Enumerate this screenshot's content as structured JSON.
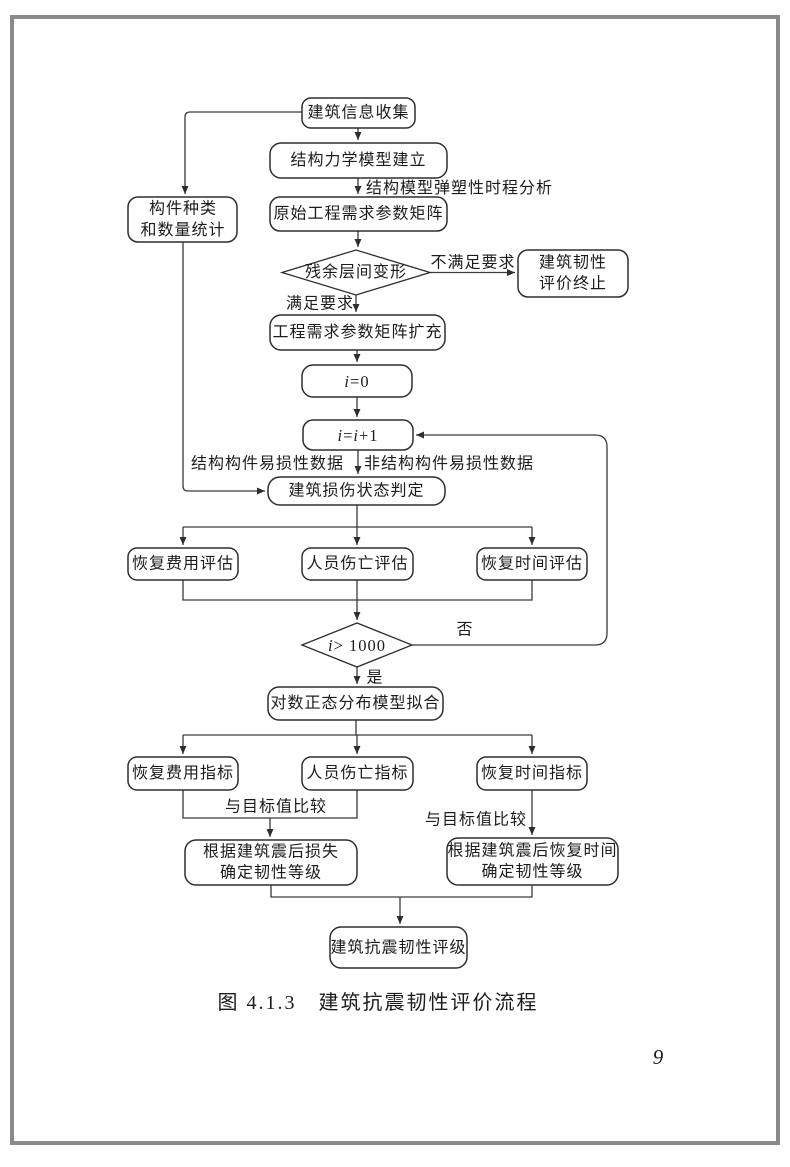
{
  "page": {
    "caption": "图 4.1.3　建筑抗震韧性评价流程",
    "page_number": "9"
  },
  "colors": {
    "ink": "#2e2e2e",
    "connector": "#3a3a3a",
    "frame_border": "#8a8a8a",
    "background": "#ffffff"
  },
  "flowchart": {
    "nodes": {
      "collect": "建筑信息收集",
      "mech_model": "结构力学模型建立",
      "comp_stats": {
        "line1": "构件种类",
        "line2": "和数量统计"
      },
      "edp_matrix": "原始工程需求参数矩阵",
      "residual_drift": "残余层间变形",
      "terminate": {
        "line1": "建筑韧性",
        "line2": "评价终止"
      },
      "edp_expand": "工程需求参数矩阵扩充",
      "i_init": {
        "p1": "i",
        "p2": "=0"
      },
      "i_incr": {
        "p1": "i",
        "p2": "=",
        "p3": "i",
        "p4": "+1"
      },
      "damage_state": "建筑损伤状态判定",
      "repair_cost_eval": "恢复费用评估",
      "casualty_eval": "人员伤亡评估",
      "repair_time_eval": "恢复时间评估",
      "loop_check": {
        "p1": "i",
        "p2": "> 1000"
      },
      "lognormal_fit": "对数正态分布模型拟合",
      "repair_cost_index": "恢复费用指标",
      "casualty_index": "人员伤亡指标",
      "repair_time_index": "恢复时间指标",
      "loss_grade": {
        "line1": "根据建筑震后损失",
        "line2": "确定韧性等级"
      },
      "time_grade": {
        "line1": "根据建筑震后恢复时间",
        "line2": "确定韧性等级"
      },
      "final_rating": "建筑抗震韧性评级"
    },
    "edge_labels": {
      "analysis_note": "结构模型弹塑性时程分析",
      "not_satisfied": "不满足要求",
      "satisfied": "满足要求",
      "structural_fragility": "结构构件易损性数据",
      "nonstructural_fragility": "非结构构件易损性数据",
      "no": "否",
      "yes": "是",
      "compare_target_left": "与目标值比较",
      "compare_target_right": "与目标值比较"
    }
  }
}
